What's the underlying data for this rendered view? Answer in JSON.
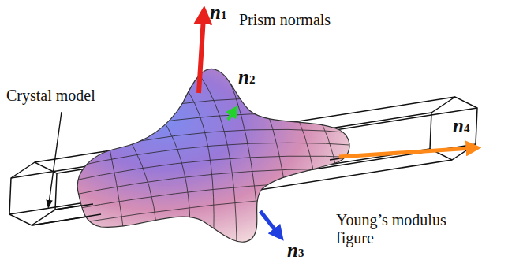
{
  "diagram": {
    "labels": [
      "n1",
      "Prism normals",
      "n2",
      "Crystal model",
      "n4",
      "n3",
      "Young’s modulus figure"
    ]
  }
}
